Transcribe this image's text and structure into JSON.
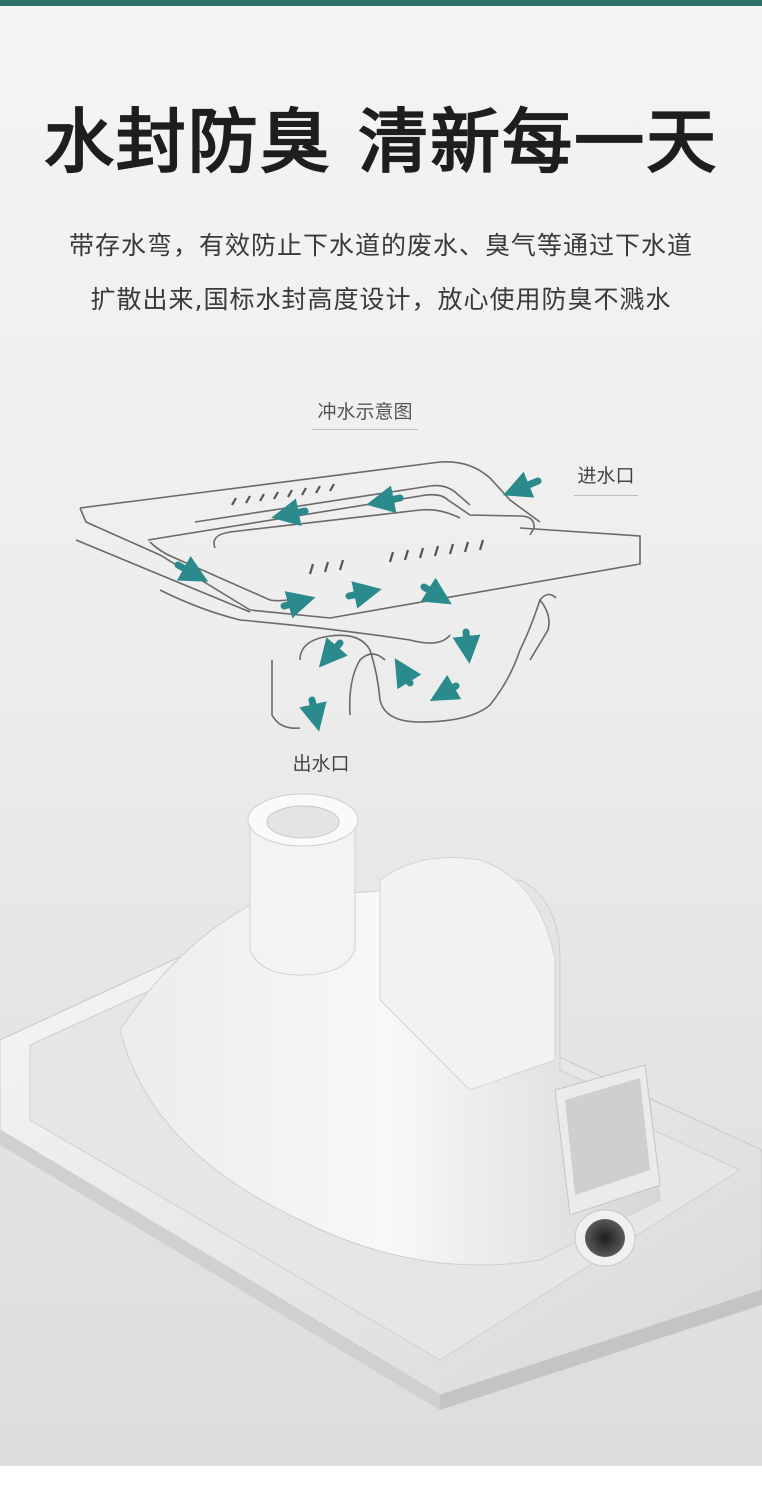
{
  "headline": "水封防臭 清新每一天",
  "description": {
    "line1": "带存水弯，有效防止下水道的废水、臭气等通过下水道",
    "line2": "扩散出来,国标水封高度设计，放心使用防臭不溅水"
  },
  "diagram": {
    "title": "冲水示意图",
    "inlet_label": "进水口",
    "outlet_label": "出水口",
    "arrow_color": "#2a8a8c",
    "line_color": "#6a6a6a"
  },
  "accent_color": "#2f6f6a"
}
